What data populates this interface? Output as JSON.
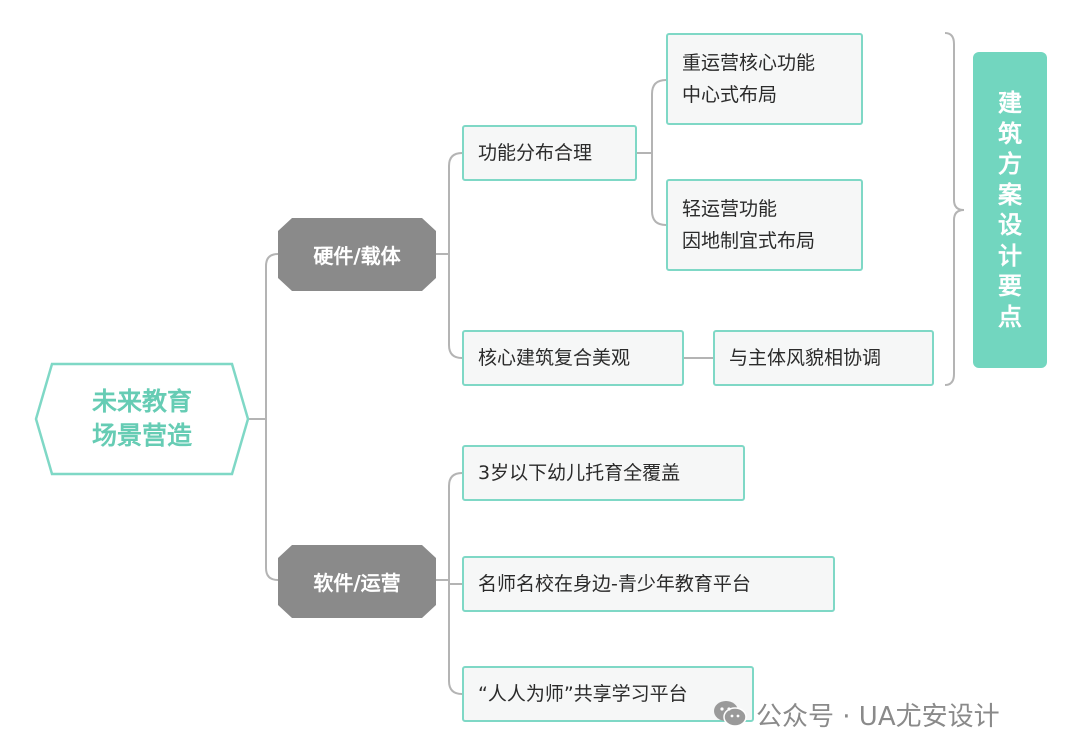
{
  "root": {
    "line1": "未来教育",
    "line2": "场景营造"
  },
  "branches": {
    "hardware": {
      "label": "硬件/载体"
    },
    "software": {
      "label": "软件/运营"
    }
  },
  "hardware_items": {
    "function_layout": {
      "label": "功能分布合理"
    },
    "heavy": {
      "line1": "重运营核心功能",
      "line2": "中心式布局"
    },
    "light": {
      "line1": "轻运营功能",
      "line2": "因地制宜式布局"
    },
    "core_building": {
      "label": "核心建筑复合美观"
    },
    "harmony": {
      "label": "与主体风貌相协调"
    }
  },
  "software_items": [
    {
      "label": "3岁以下幼儿托育全覆盖"
    },
    {
      "label": "名师名校在身边-青少年教育平台"
    },
    {
      "label": "“人人为师”共享学习平台"
    }
  ],
  "side_tag": {
    "chars": [
      "建",
      "筑",
      "方",
      "案",
      "设",
      "计",
      "要",
      "点"
    ]
  },
  "watermark": {
    "text": "公众号 · UA尤安设计",
    "icon": "wechat-icon"
  },
  "colors": {
    "accent": "#72d6bf",
    "border": "#7fd8c6",
    "hex_fill": "#8a8a8a",
    "line": "#b4b4b4"
  }
}
